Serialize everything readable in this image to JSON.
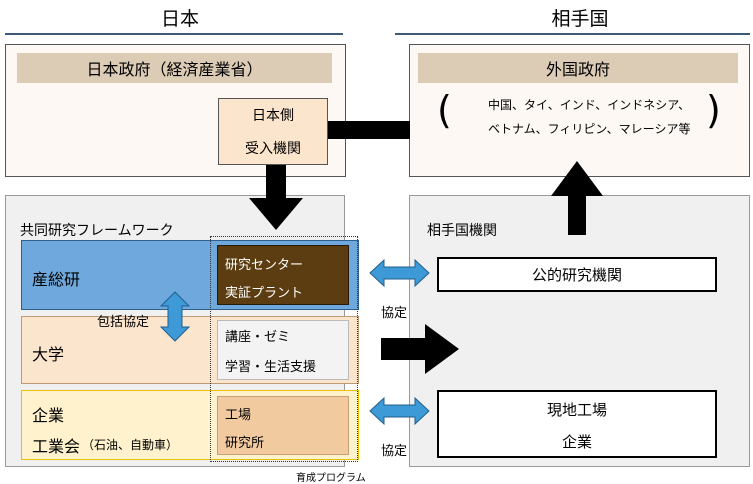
{
  "headers": {
    "japan": "日本",
    "partner": "相手国"
  },
  "jp_gov": {
    "title": "日本政府（経済産業省）",
    "receiver_line1": "日本側",
    "receiver_line2": "受入機関"
  },
  "foreign_gov": {
    "title": "外国政府",
    "paren_open": "(",
    "paren_close": ")",
    "countries_line1": "中国、タイ、インド、インドネシア、",
    "countries_line2": "ベトナム、フィリピン、マレーシア等"
  },
  "framework": {
    "title": "共同研究フレームワーク",
    "aist": "産総研",
    "aist_sub1": "研究センター",
    "aist_sub2": "実証プラント",
    "university": "大学",
    "univ_sub1": "講座・ゼミ",
    "univ_sub2": "学習・生活支援",
    "company": "企業",
    "industry_assoc": "工業会",
    "industry_note": "（石油、自動車）",
    "comp_sub1": "工場",
    "comp_sub2": "研究所",
    "comprehensive_agreement": "包括協定",
    "training_program": "育成プログラム"
  },
  "partner_org": {
    "title": "相手国機関",
    "public_research": "公的研究機関",
    "local_factory": "現地工場",
    "enterprise": "企業"
  },
  "agreements": {
    "top": "協定",
    "bottom": "協定"
  },
  "colors": {
    "blue": "#6fa8dc",
    "univ": "#fce5cd",
    "company": "#fff2cc",
    "brown": "#5c3d11",
    "tan": "#f2caa0",
    "panel": "#fdf8f3",
    "title_bar": "#dccbb5",
    "arrow_blue": "#3d9ad6"
  }
}
